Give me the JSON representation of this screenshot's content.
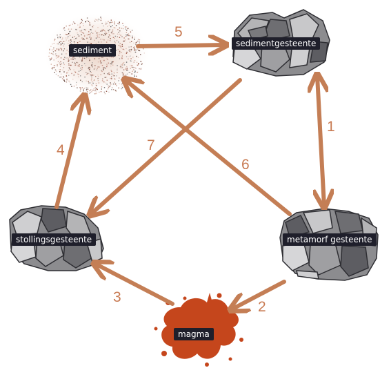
{
  "nodes": {
    "sediment": "sediment",
    "sedimentgesteente": "sedimentgesteente",
    "metamorf": "metamorf gesteente",
    "stollings": "stollingsgesteente",
    "magma": "magma"
  },
  "arrows": {
    "sediment_to_sedimentgesteente": "5",
    "sedimentgesteente_to_metamorf": "1",
    "magma_from_metamorf": "2",
    "magma_to_stollings": "3",
    "stollings_to_sediment": "4",
    "metamorf_to_sediment": "6",
    "sedimentgesteente_to_stollings": "7"
  },
  "colors": {
    "arrow": "#c47e55",
    "magma": "#c5461c",
    "label_bg": "#1f1f2b"
  }
}
